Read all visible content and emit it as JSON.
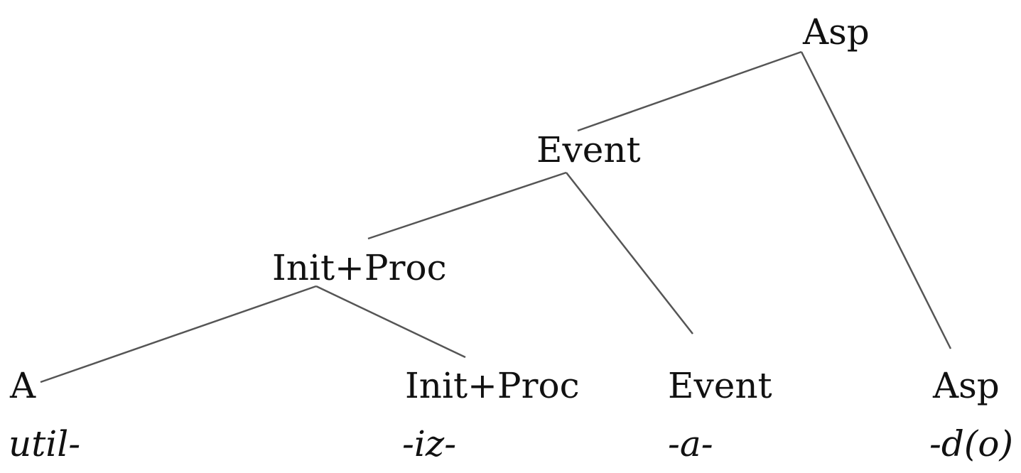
{
  "tree": {
    "root": {
      "label": "Asp"
    },
    "event_node": {
      "label": "Event"
    },
    "initproc_node": {
      "label": "Init+Proc"
    },
    "leaves": [
      {
        "label": "A",
        "morpheme": "util-"
      },
      {
        "label": "Init+Proc",
        "morpheme": "-iz-"
      },
      {
        "label": "Event",
        "morpheme": "-a-"
      },
      {
        "label": "Asp",
        "morpheme": "-d(o)"
      }
    ]
  },
  "colors": {
    "line": "#555555",
    "text": "#111111",
    "background": "#ffffff"
  }
}
